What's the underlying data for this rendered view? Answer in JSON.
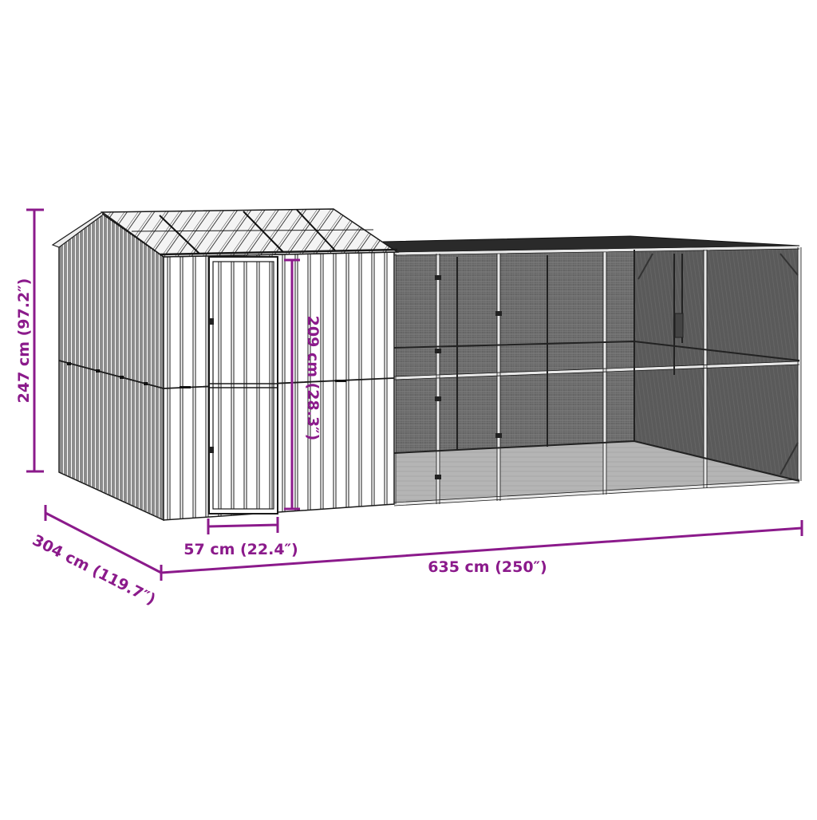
{
  "diagram": {
    "subject": "Chicken coop shed with attached mesh run",
    "colors": {
      "dimension": "#8b1a8b",
      "outline": "#1a1a1a",
      "mesh_back": "#6f6f6f",
      "mesh_side": "#5a5a5a",
      "floor": "#b9b9b9",
      "roof_run": "#2a2a2a",
      "shed_fill": "#ffffff"
    },
    "dimensions": {
      "height_total": "247 cm (97.2″)",
      "door_height": "209 cm (28.3″)",
      "door_width": "57 cm (22.4″)",
      "depth": "304 cm (119.7″)",
      "length": "635 cm (250″)"
    }
  }
}
